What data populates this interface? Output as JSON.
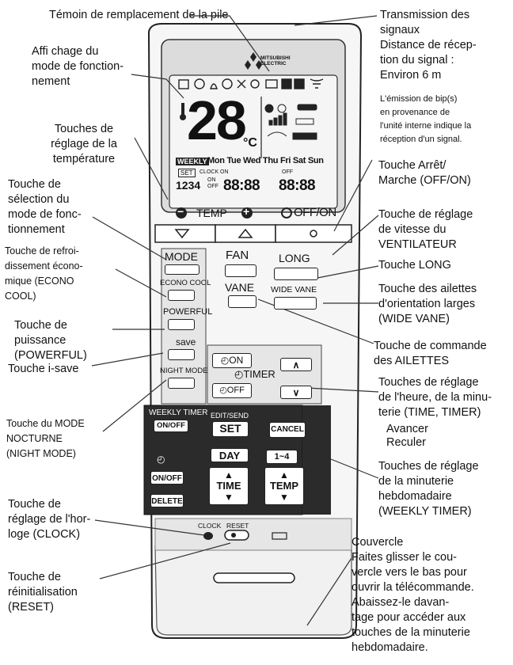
{
  "labels": {
    "battery": "Témoin de remplacement de la pile",
    "transmission": [
      "Transmission des",
      "signaux",
      "Distance de récep-",
      "tion du signal :",
      "Environ 6 m"
    ],
    "beep": [
      "L'émission de bip(s)",
      "en provenance de",
      "l'unité interne indique la",
      "réception d'un signal."
    ],
    "display_mode": [
      "Affi chage du",
      "mode de fonction-",
      "nement"
    ],
    "temp_keys": [
      "Touches de",
      "réglage de la",
      "température"
    ],
    "mode_select": [
      "Touche de",
      "sélection du",
      "mode de fonc-",
      "tionnement"
    ],
    "econo": [
      "Touche de refroi-",
      "dissement écono-",
      "mique (ECONO",
      "COOL)"
    ],
    "powerful": [
      "Touche de",
      "puissance",
      "(POWERFUL)"
    ],
    "isave": "Touche i-save",
    "night": [
      "Touche du MODE",
      "NOCTURNE",
      "(NIGHT MODE)"
    ],
    "clock": [
      "Touche de",
      "réglage de l'hor-",
      "loge (CLOCK)"
    ],
    "reset": [
      "Touche de",
      "réinitialisation",
      "(RESET)"
    ],
    "onoff": [
      "Touche Arrêt/",
      "Marche (OFF/ON)"
    ],
    "fan": [
      "Touche de réglage",
      "de vitesse du",
      "VENTILATEUR"
    ],
    "long": "Touche LONG",
    "wide": [
      "Touche des ailettes",
      "d'orientation larges",
      "(WIDE VANE)"
    ],
    "vane": [
      "Touche de commande",
      "des AILETTES"
    ],
    "time": [
      "Touches de réglage",
      "de l'heure, de la minu-",
      "terie (TIME, TIMER)"
    ],
    "advance": "Avancer",
    "back": "Reculer",
    "weekly": [
      "Touches de réglage",
      "de la minuterie",
      "hebdomadaire",
      "(WEEKLY TIMER)"
    ],
    "cover": [
      "Couvercle",
      "Faites glisser le cou-",
      "vercle vers le bas pour",
      "ouvrir la télécommande.",
      "Abaissez-le davan-",
      "tage pour accéder aux",
      "touches de la minuterie",
      "hebdomadaire."
    ]
  },
  "remote": {
    "brand": "MITSUBISHI ELECTRIC",
    "lcd": {
      "temperature": "28",
      "unit": "°C",
      "weekly_badge": "WEEKLY",
      "days": "Mon Tue Wed Thu Fri Sat Sun",
      "set_badge": "SET",
      "clock_on": "CLOCK ON",
      "off_small": "OFF",
      "prog": "1234",
      "on_sm": "ON",
      "off_sm": "OFF",
      "time1": "88:88",
      "time2": "88:88"
    },
    "temp_label": "TEMP",
    "minus": "−",
    "plus": "+",
    "offon": "OFF/ON",
    "btn_mode": "MODE",
    "btn_fan": "FAN",
    "btn_long": "LONG",
    "btn_econo": "ECONO COOL",
    "btn_vane": "VANE",
    "btn_wide": "WIDE VANE",
    "btn_powerful": "POWERFUL",
    "btn_save": "save",
    "btn_night": "NIGHT MODE",
    "timer_on": "ON",
    "timer_label": "TIMER",
    "timer_off": "OFF",
    "up_arrow": "∧",
    "down_arrow": "∨",
    "wt_title": "WEEKLY TIMER",
    "wt_onoff": "ON/OFF",
    "edit_send": "EDIT/SEND",
    "set": "SET",
    "cancel": "CANCEL",
    "day": "DAY",
    "range": "1~4",
    "wt_onoff2": "ON/OFF",
    "delete": "DELETE",
    "time_btn": "TIME",
    "temp_btn": "TEMP",
    "clock_lbl": "CLOCK",
    "reset_lbl": "RESET"
  }
}
